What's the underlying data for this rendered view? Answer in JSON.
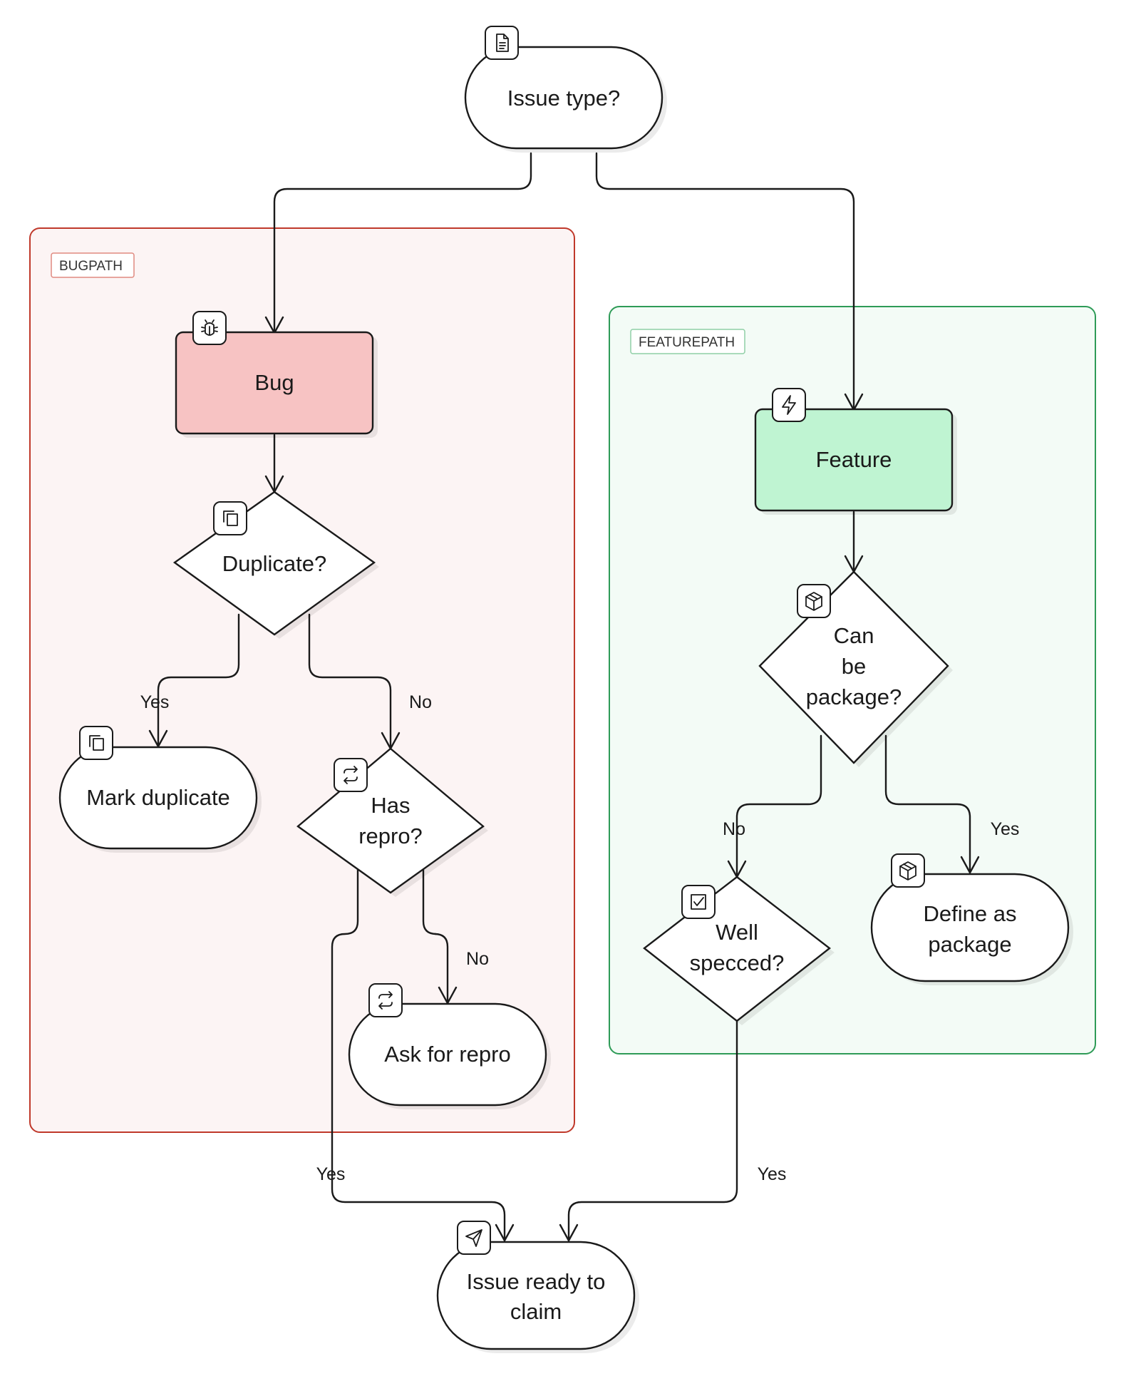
{
  "groups": {
    "bug": {
      "label": "BUGPATH",
      "fill": "#fcf4f4",
      "stroke": "#c0392b",
      "tag_stroke": "#e08a80"
    },
    "feature": {
      "label": "FEATUREPATH",
      "fill": "#f3fbf6",
      "stroke": "#2e9b57",
      "tag_stroke": "#8fcfa6"
    }
  },
  "nodes": {
    "issue_type": {
      "label": "Issue type?",
      "icon": "document-icon",
      "fill": "#ffffff"
    },
    "bug": {
      "label": "Bug",
      "icon": "bug-icon",
      "fill": "#f7c3c3"
    },
    "duplicate": {
      "label": "Duplicate?",
      "icon": "copy-icon",
      "fill": "#ffffff"
    },
    "mark_duplicate": {
      "label": "Mark duplicate",
      "icon": "copy-icon",
      "fill": "#ffffff"
    },
    "has_repro": {
      "label_lines": [
        "Has",
        "repro?"
      ],
      "icon": "repeat-icon",
      "fill": "#ffffff"
    },
    "ask_repro": {
      "label": "Ask for repro",
      "icon": "repeat-icon",
      "fill": "#ffffff"
    },
    "feature": {
      "label": "Feature",
      "icon": "zap-icon",
      "fill": "#bff4d2"
    },
    "can_package": {
      "label_lines": [
        "Can",
        "be",
        "package?"
      ],
      "icon": "package-icon",
      "fill": "#ffffff"
    },
    "well_specced": {
      "label_lines": [
        "Well",
        "specced?"
      ],
      "icon": "check-square-icon",
      "fill": "#ffffff"
    },
    "define_package": {
      "label_lines": [
        "Define as",
        "package"
      ],
      "icon": "package-icon",
      "fill": "#ffffff"
    },
    "ready": {
      "label_lines": [
        "Issue ready to",
        "claim"
      ],
      "icon": "send-icon",
      "fill": "#ffffff"
    }
  },
  "edges": [
    {
      "from": "issue_type",
      "to": "bug",
      "label": ""
    },
    {
      "from": "issue_type",
      "to": "feature",
      "label": ""
    },
    {
      "from": "bug",
      "to": "duplicate",
      "label": ""
    },
    {
      "from": "duplicate",
      "to": "mark_duplicate",
      "label": "Yes"
    },
    {
      "from": "duplicate",
      "to": "has_repro",
      "label": "No"
    },
    {
      "from": "has_repro",
      "to": "ask_repro",
      "label": "No"
    },
    {
      "from": "has_repro",
      "to": "ready",
      "label": "Yes"
    },
    {
      "from": "feature",
      "to": "can_package",
      "label": ""
    },
    {
      "from": "can_package",
      "to": "well_specced",
      "label": "No"
    },
    {
      "from": "can_package",
      "to": "define_package",
      "label": "Yes"
    },
    {
      "from": "well_specced",
      "to": "ready",
      "label": "Yes"
    }
  ]
}
